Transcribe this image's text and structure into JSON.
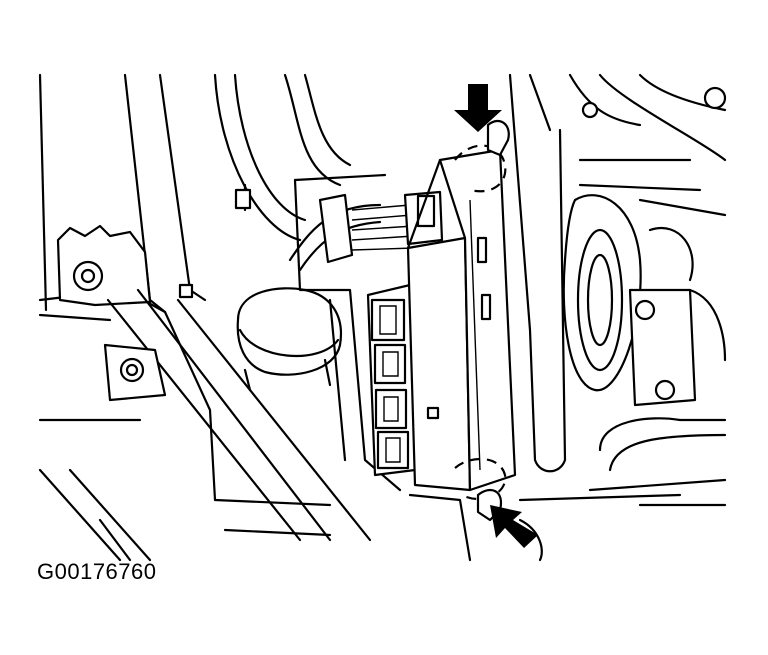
{
  "figure": {
    "id_label": "G00176760",
    "ink_color": "#000000",
    "background_color": "#ffffff"
  },
  "callouts": [
    {
      "name": "arrow-top",
      "icon": "arrow-down-icon"
    },
    {
      "name": "arrow-bottom",
      "icon": "arrow-up-left-icon"
    }
  ]
}
